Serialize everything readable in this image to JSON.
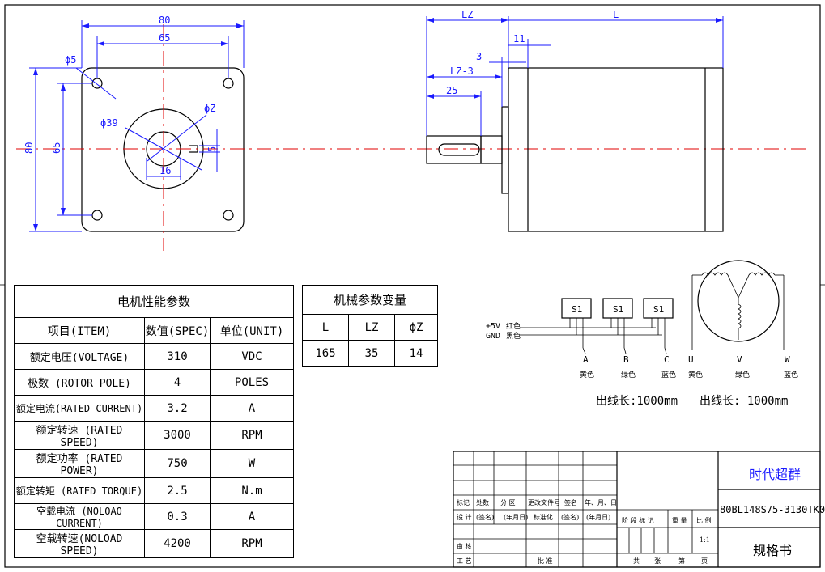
{
  "front_view": {
    "dim_80_top": "80",
    "dim_65_top": "65",
    "dim_80_left": "80",
    "dim_65_left": "65",
    "dim_phi5": "ϕ5",
    "dim_phi39": "ϕ39",
    "dim_phiZ": "ϕZ",
    "dim_16": "16",
    "dim_5": "5"
  },
  "side_view": {
    "dim_LZ": "LZ",
    "dim_L": "L",
    "dim_11": "11",
    "dim_3": "3",
    "dim_LZ3": "LZ-3",
    "dim_25": "25"
  },
  "perf_table": {
    "title": "电机性能参数",
    "headers": [
      "项目(ITEM)",
      "数值(SPEC)",
      "单位(UNIT)"
    ],
    "rows": [
      [
        "额定电压(VOLTAGE)",
        "310",
        "VDC"
      ],
      [
        "极数 (ROTOR POLE)",
        "4",
        "POLES"
      ],
      [
        "额定电流(RATED CURRENT)",
        "3.2",
        "A"
      ],
      [
        "额定转速 (RATED SPEED)",
        "3000",
        "RPM"
      ],
      [
        "额定功率 (RATED POWER)",
        "750",
        "W"
      ],
      [
        "额定转矩 (RATED TORQUE)",
        "2.5",
        "N.m"
      ],
      [
        "空载电流 (NOLOAO CURRENT)",
        "0.3",
        "A"
      ],
      [
        "空载转速(NOLOAD SPEED)",
        "4200",
        "RPM"
      ]
    ]
  },
  "mech_table": {
    "title": "机械参数变量",
    "headers": [
      "L",
      "LZ",
      "ϕZ"
    ],
    "values": [
      "165",
      "35",
      "14"
    ]
  },
  "wiring": {
    "sensor_label": "S1",
    "plus5v": "+5V",
    "red": "红色",
    "gnd": "GND",
    "black": "黑色",
    "hall": [
      {
        "letter": "A",
        "color": "黄色"
      },
      {
        "letter": "B",
        "color": "绿色"
      },
      {
        "letter": "C",
        "color": "蓝色"
      }
    ],
    "phase": [
      {
        "letter": "U",
        "color": "黄色"
      },
      {
        "letter": "V",
        "color": "绿色"
      },
      {
        "letter": "W",
        "color": "蓝色"
      }
    ],
    "lead_left": "出线长:1000mm",
    "lead_right": "出线长: 1000mm"
  },
  "title_block": {
    "company": "时代超群",
    "model": "80BL148S75-3130TK0",
    "doc": "规格书",
    "row_mark": [
      "标记",
      "处数",
      "分 区",
      "更改文件号",
      "签名",
      "年、月、日"
    ],
    "row_design": [
      "设 计",
      "(签名)",
      "(年月日)",
      "标准化",
      "(签名)",
      "(年月日)"
    ],
    "stage_labels": [
      "阶 段 标 记",
      "重 量",
      "比 例"
    ],
    "scale": "1:1",
    "audit": "审 核",
    "process": "工 艺",
    "approve": "批 准",
    "sheet_labels": [
      "共",
      "张",
      "第",
      "页"
    ]
  }
}
